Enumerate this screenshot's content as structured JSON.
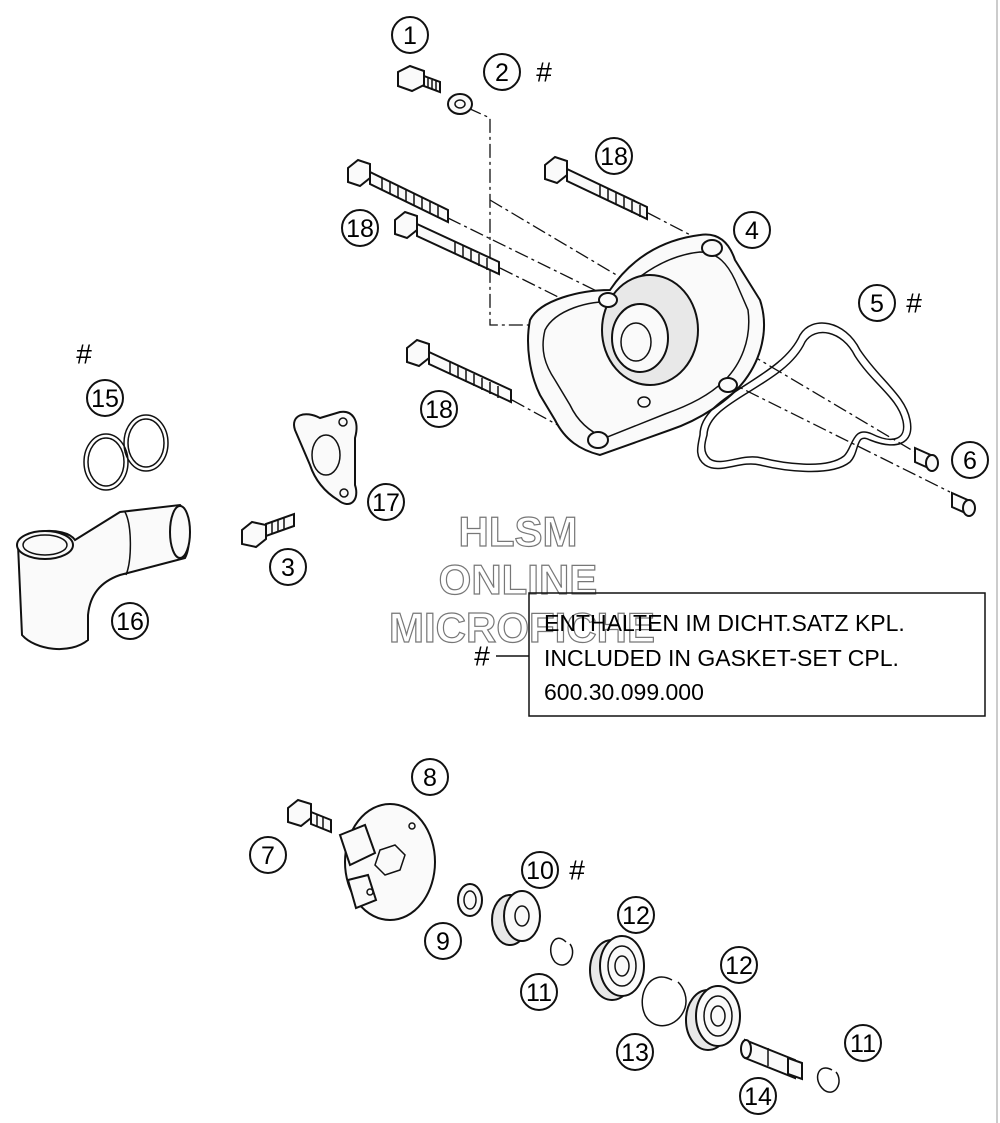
{
  "callouts": [
    "1",
    "2",
    "3",
    "4",
    "5",
    "6",
    "7",
    "8",
    "9",
    "10",
    "11",
    "12",
    "13",
    "14",
    "15",
    "16",
    "17",
    "18"
  ],
  "hash_marker": "#",
  "note": {
    "line1": "ENTHALTEN IM DICHT.SATZ KPL.",
    "line2": "INCLUDED IN GASKET-SET CPL.",
    "line3": "600.30.099.000"
  },
  "watermark": {
    "line1": "HLSM",
    "line2": "ONLINE",
    "line3": "MICROFICHE"
  },
  "colors": {
    "line": "#111111",
    "background": "#ffffff",
    "part_fill": "#e8e8e8"
  }
}
